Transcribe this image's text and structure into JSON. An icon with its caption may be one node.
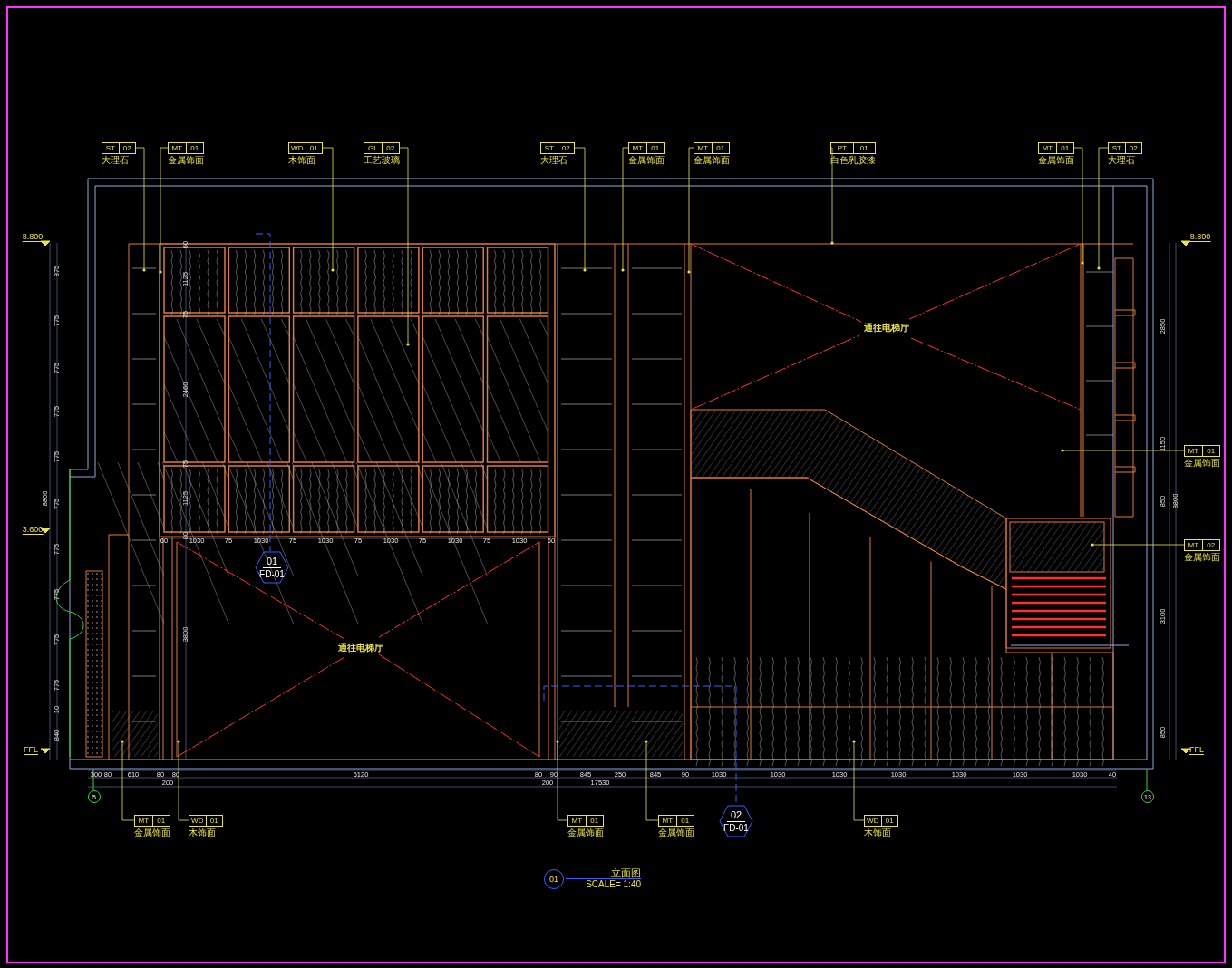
{
  "diagram": {
    "nodes": [
      {
        "text": [
          "ST",
          "02",
          "大理石"
        ]
      },
      {
        "text": [
          "MT",
          "01",
          "金属饰面"
        ]
      },
      {
        "text": [
          "WD",
          "01",
          "木饰面"
        ]
      },
      {
        "text": [
          "GL",
          "02",
          "工艺玻璃"
        ]
      },
      {
        "text": [
          "ST",
          "02",
          "大理石"
        ]
      },
      {
        "text": [
          "MT",
          "01",
          "金属饰面"
        ]
      },
      {
        "text": [
          "MT",
          "01",
          "金属饰面"
        ]
      },
      {
        "text": [
          "PT",
          "01",
          "白色乳胶漆"
        ]
      },
      {
        "text": [
          "MT",
          "01",
          "金属饰面"
        ]
      },
      {
        "text": [
          "ST",
          "02",
          "大理石"
        ]
      },
      {
        "text": [
          "MT",
          "01",
          "金属饰面"
        ]
      },
      {
        "text": [
          "MT",
          "02",
          "金属饰面"
        ]
      },
      {
        "text": [
          "MT",
          "01",
          "金属饰面"
        ]
      },
      {
        "text": [
          "WD",
          "01",
          "木饰面"
        ]
      },
      {
        "text": [
          "MT",
          "01",
          "金属饰面"
        ]
      },
      {
        "text": [
          "MT",
          "01",
          "金属饰面"
        ]
      },
      {
        "text": [
          "WD",
          "01",
          "木饰面"
        ]
      },
      {
        "text": [
          "01",
          "FD-01"
        ]
      },
      {
        "text": [
          "02",
          "FD-01"
        ]
      },
      {
        "text": [
          "01",
          "立面图",
          "SCALE= 1:40"
        ]
      },
      {
        "text": [
          "5"
        ]
      },
      {
        "text": [
          "13"
        ]
      }
    ],
    "edges": [
      {
        "from": 0,
        "to": null,
        "arrow": "other"
      },
      {
        "from": 1,
        "to": null,
        "arrow": "other"
      },
      {
        "from": 2,
        "to": null,
        "arrow": "other"
      },
      {
        "from": 3,
        "to": null,
        "arrow": "other"
      },
      {
        "from": 4,
        "to": null,
        "arrow": "other"
      },
      {
        "from": 5,
        "to": null,
        "arrow": "other"
      },
      {
        "from": 6,
        "to": null,
        "arrow": "other"
      },
      {
        "from": 7,
        "to": null,
        "arrow": "other"
      },
      {
        "from": 8,
        "to": null,
        "arrow": "other"
      },
      {
        "from": 9,
        "to": null,
        "arrow": "other"
      },
      {
        "from": 10,
        "to": null,
        "arrow": "other"
      },
      {
        "from": 11,
        "to": null,
        "arrow": "other"
      },
      {
        "from": 12,
        "to": null,
        "arrow": "other"
      },
      {
        "from": 13,
        "to": null,
        "arrow": "other"
      },
      {
        "from": 14,
        "to": null,
        "arrow": "other"
      },
      {
        "from": 15,
        "to": null,
        "arrow": "other"
      },
      {
        "from": 16,
        "to": null,
        "arrow": "other"
      }
    ],
    "labels": [
      "8.800",
      "875",
      "775",
      "775",
      "775",
      "775",
      "775",
      "775",
      "775",
      "775",
      "775",
      "10",
      "840",
      "8800",
      "3.600",
      "FFL",
      "60",
      "1125",
      "75",
      "2460",
      "75",
      "1125",
      "80",
      "3800",
      "60",
      "1030",
      "75",
      "1030",
      "75",
      "1030",
      "75",
      "1030",
      "75",
      "1030",
      "75",
      "1030",
      "60",
      "通往电梯厅",
      "通往电梯厅",
      "8.800",
      "2850",
      "1150",
      "850",
      "8800",
      "3100",
      "850",
      "FFL",
      "300",
      "80",
      "610",
      "80",
      "80",
      "6120",
      "80",
      "90",
      "845",
      "250",
      "845",
      "90",
      "1030",
      "1030",
      "1030",
      "1030",
      "1030",
      "1030",
      "1030",
      "40",
      "200",
      "200",
      "17530"
    ]
  }
}
